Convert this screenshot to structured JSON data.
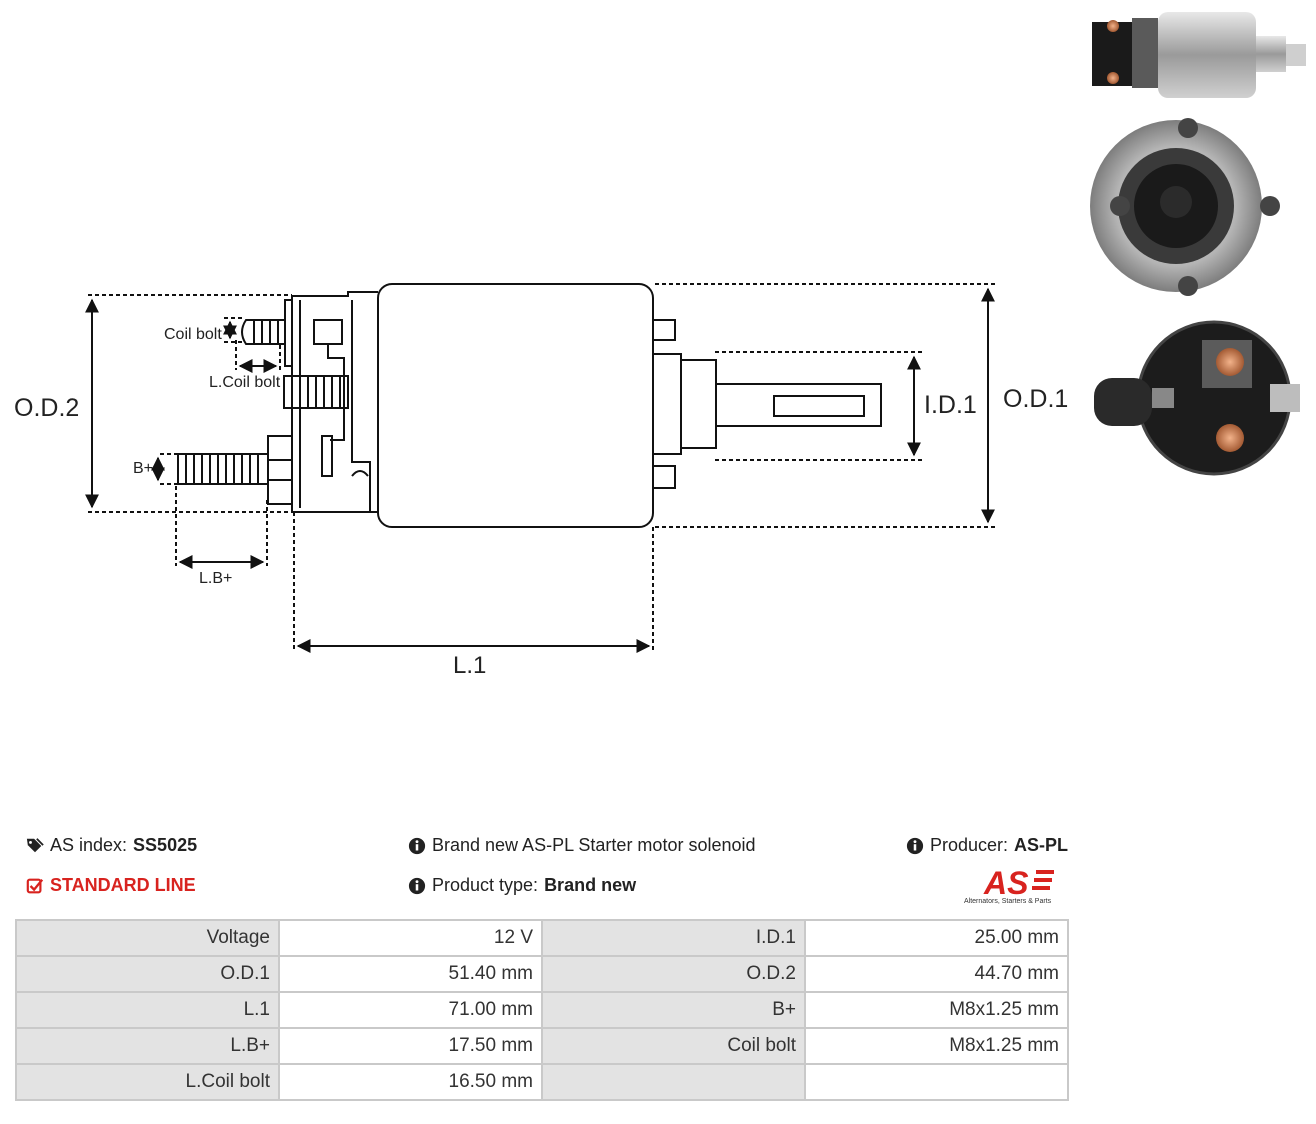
{
  "drawing": {
    "labels": {
      "od2": "O.D.2",
      "od1": "O.D.1",
      "id1": "I.D.1",
      "l1": "L.1",
      "lbplus": "L.B+",
      "bplus": "B+",
      "coil_bolt": "Coil bolt",
      "l_coil_bolt": "L.Coil bolt"
    }
  },
  "header": {
    "as_index_label": "AS index:",
    "as_index_value": "SS5025",
    "standard_line": "STANDARD LINE",
    "description": "Brand new AS-PL Starter motor solenoid",
    "product_type_label": "Product type:",
    "product_type_value": "Brand new",
    "producer_label": "Producer:",
    "producer_value": "AS-PL"
  },
  "logo": {
    "mark": "AS",
    "tagline": "Alternators, Starters & Parts"
  },
  "colors": {
    "accent": "#d8231f",
    "label_bg": "#e3e3e3",
    "border": "#c9c9c9"
  },
  "specs": [
    [
      "Voltage",
      "12 V",
      "I.D.1",
      "25.00 mm"
    ],
    [
      "O.D.1",
      "51.40 mm",
      "O.D.2",
      "44.70 mm"
    ],
    [
      "L.1",
      "71.00 mm",
      "B+",
      "M8x1.25 mm"
    ],
    [
      "L.B+",
      "17.50 mm",
      "Coil bolt",
      "M8x1.25 mm"
    ],
    [
      "L.Coil bolt",
      "16.50 mm",
      "",
      ""
    ]
  ]
}
